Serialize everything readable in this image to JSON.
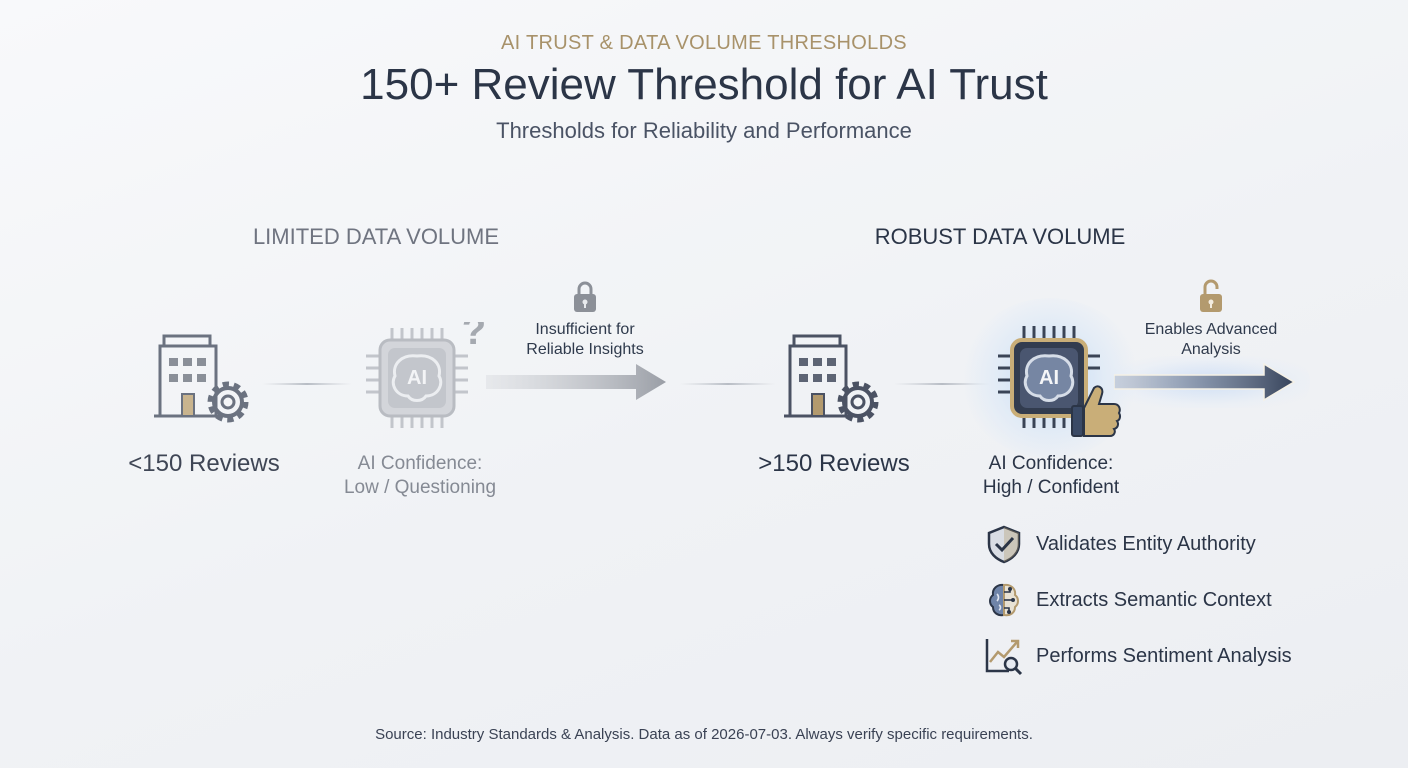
{
  "header": {
    "eyebrow": "AI TRUST & DATA VOLUME THRESHOLDS",
    "title": "150+ Review Threshold for AI Trust",
    "subtitle": "Thresholds for Reliability and Performance"
  },
  "limited": {
    "section_label": "LIMITED DATA VOLUME",
    "reviews_label": "<150 Reviews",
    "confidence_line1": "AI Confidence:",
    "confidence_line2": "Low / Questioning",
    "arrow_line1": "Insufficient for",
    "arrow_line2": "Reliable Insights",
    "chip_text": "AI",
    "chip_badge": "?",
    "lock_icon": "lock-closed-icon"
  },
  "robust": {
    "section_label": "ROBUST DATA VOLUME",
    "reviews_label": ">150 Reviews",
    "confidence_line1": "AI Confidence:",
    "confidence_line2": "High / Confident",
    "arrow_line1": "Enables Advanced",
    "arrow_line2": "Analysis",
    "chip_text": "AI",
    "lock_icon": "lock-open-icon",
    "features": [
      {
        "icon": "shield-check-icon",
        "label": "Validates Entity Authority"
      },
      {
        "icon": "brain-circuit-icon",
        "label": "Extracts Semantic Context"
      },
      {
        "icon": "chart-magnifier-icon",
        "label": "Performs Sentiment Analysis"
      }
    ]
  },
  "footer": {
    "source": "Source: Industry Standards & Analysis. Data as of 2026-07-03. Always verify specific requirements."
  },
  "colors": {
    "navy": "#2b3547",
    "gold": "#b39a6e",
    "muted_gray": "#8e929a",
    "glow_blue": "#cfe0f5"
  }
}
